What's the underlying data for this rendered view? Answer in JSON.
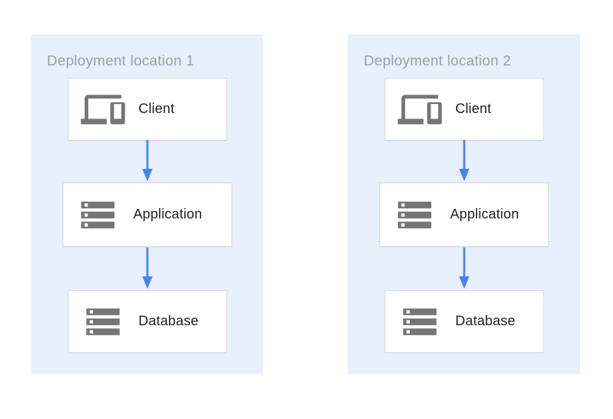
{
  "diagram": {
    "colors": {
      "panel_bg": "#e8f0fe",
      "node_bg": "#ffffff",
      "node_border": "#d6d9dd",
      "icon_gray": "#757575",
      "label_text": "#212121",
      "title_text": "#9aa0a6",
      "arrow_blue": "#4285f4"
    },
    "panels": [
      {
        "title": "Deployment location 1",
        "nodes": [
          {
            "label": "Client",
            "icon": "devices-icon"
          },
          {
            "label": "Application",
            "icon": "storage-icon"
          },
          {
            "label": "Database",
            "icon": "storage-icon"
          }
        ]
      },
      {
        "title": "Deployment location 2",
        "nodes": [
          {
            "label": "Client",
            "icon": "devices-icon"
          },
          {
            "label": "Application",
            "icon": "storage-icon"
          },
          {
            "label": "Database",
            "icon": "storage-icon"
          }
        ]
      }
    ]
  }
}
